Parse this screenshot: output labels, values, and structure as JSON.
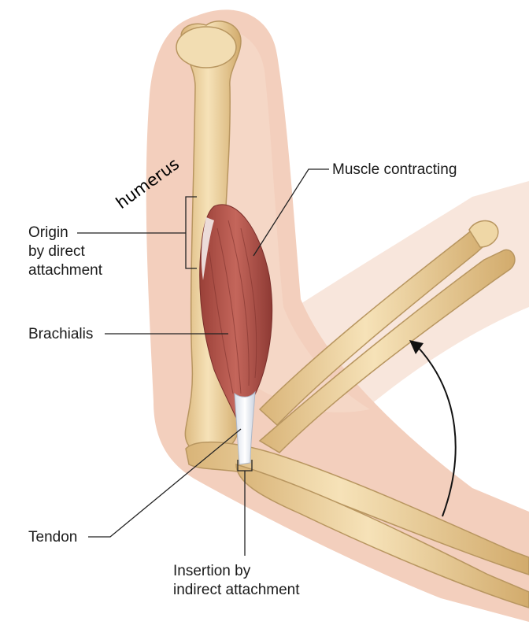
{
  "labels": {
    "muscle_contracting": "Muscle contracting",
    "origin_line1": "Origin",
    "origin_line2": "by direct",
    "origin_line3": "attachment",
    "brachialis": "Brachialis",
    "tendon": "Tendon",
    "insertion_line1": "Insertion by",
    "insertion_line2": "indirect attachment",
    "handwritten_note": "humerus"
  },
  "colors": {
    "skin_back": "#f6ddd0",
    "skin_front": "#efc9b6",
    "bone": "#efd7a6",
    "bone_shadow": "#d9b478",
    "bone_outline": "#b89660",
    "muscle": "#b85a50",
    "muscle_dark": "#8e3a34",
    "tendon": "#eef2f8",
    "leader_line": "#222222"
  }
}
